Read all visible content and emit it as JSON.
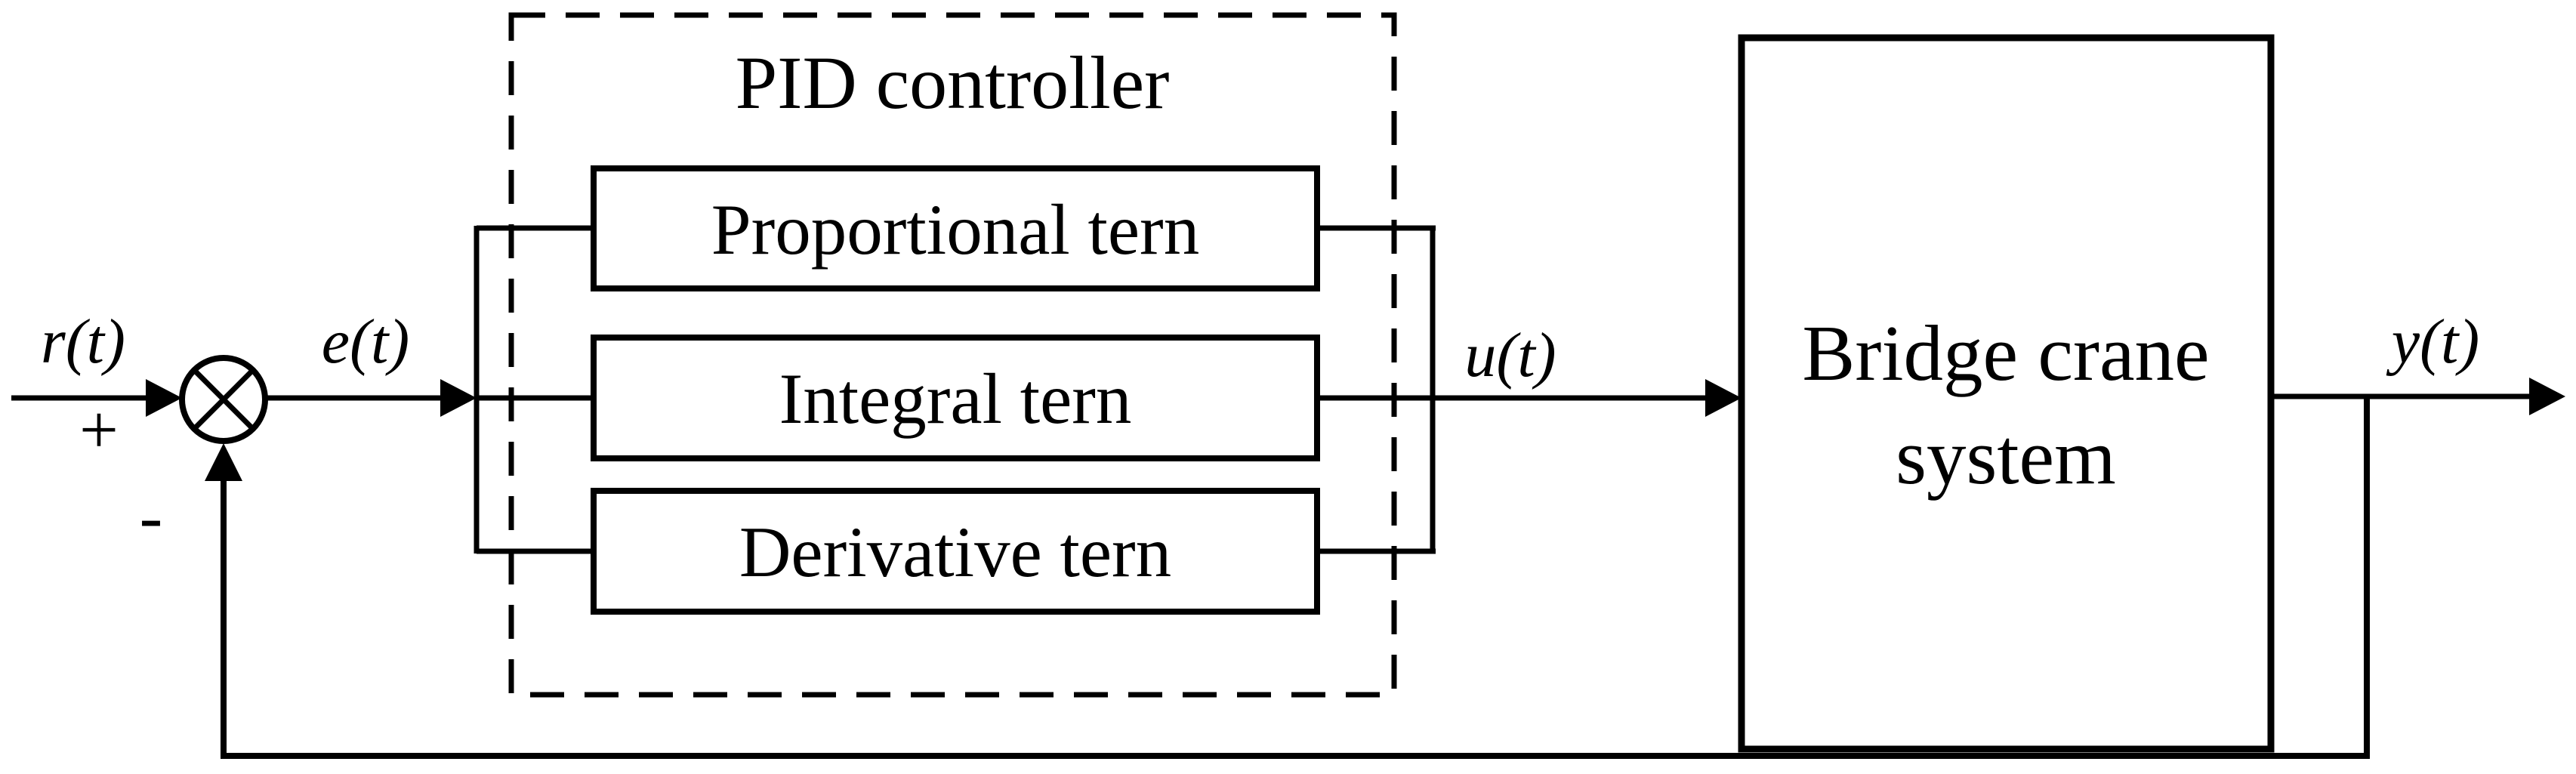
{
  "figure": {
    "background_color": "#ffffff",
    "line_color": "#000000",
    "signals": {
      "reference": "r(t)",
      "error": "e(t)",
      "control": "u(t)",
      "output": "y(t)"
    },
    "summing_junction": {
      "positive_sign": "+",
      "negative_sign": "-"
    },
    "controller": {
      "title": "PID controller",
      "terms": [
        {
          "label": "Proportional tern"
        },
        {
          "label": "Integral tern"
        },
        {
          "label": "Derivative tern"
        }
      ]
    },
    "plant": {
      "label_line1": "Bridge crane",
      "label_line2": "system"
    }
  }
}
